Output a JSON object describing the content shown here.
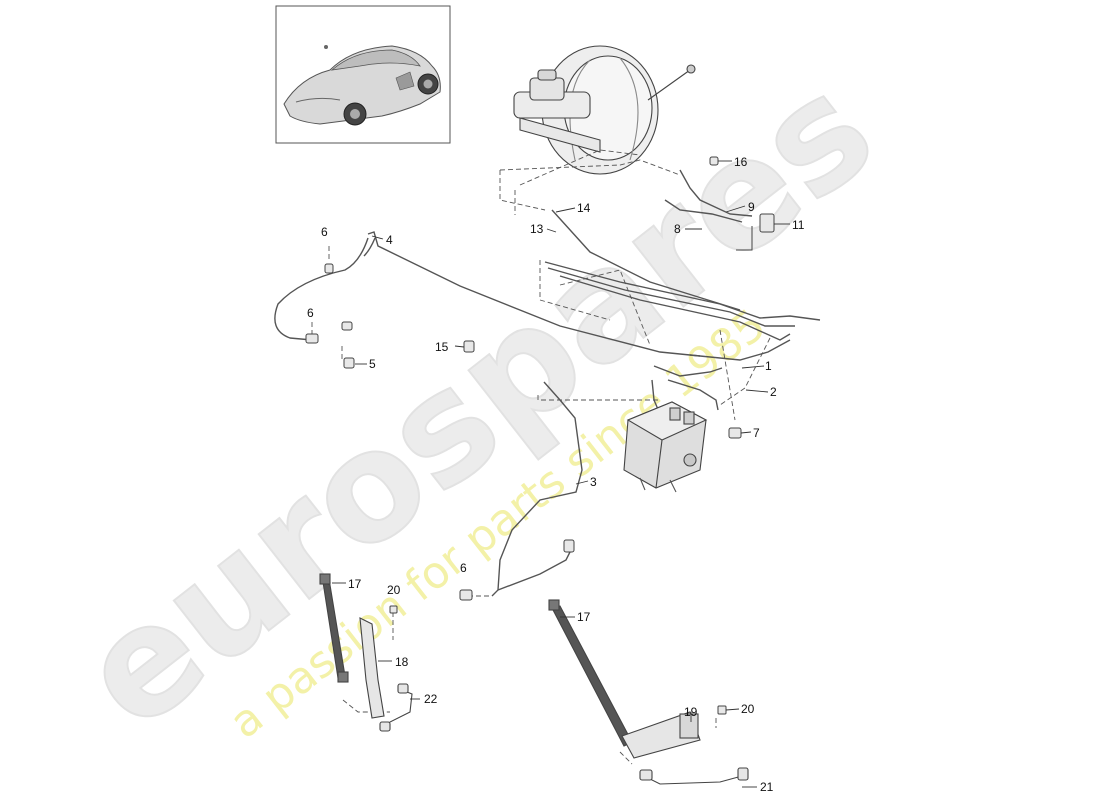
{
  "watermark": {
    "brand": "eurospares",
    "tagline": "a passion for parts since 1985",
    "brand_color": "#e6e6e6",
    "tagline_color": "#f1ef9a"
  },
  "callouts": {
    "c1": "1",
    "c2": "2",
    "c3": "3",
    "c4": "4",
    "c5": "5",
    "c6a": "6",
    "c6b": "6",
    "c6c": "6",
    "c7": "7",
    "c8": "8",
    "c9": "9",
    "c11": "11",
    "c13": "13",
    "c14": "14",
    "c15": "15",
    "c16": "16",
    "c17a": "17",
    "c17b": "17",
    "c18": "18",
    "c19": "19",
    "c20a": "20",
    "c20b": "20",
    "c21": "21",
    "c22": "22"
  },
  "colors": {
    "line": "#333333",
    "part_fill": "#f2f2f2",
    "part_stroke": "#444444"
  }
}
